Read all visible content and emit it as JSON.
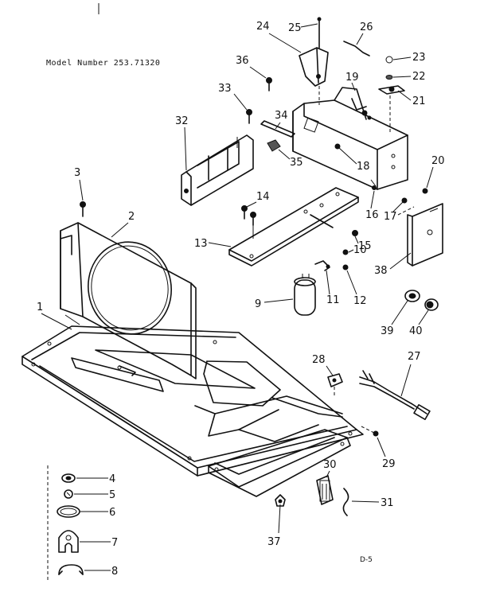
{
  "model_number": "Model Number 253.71320",
  "page_code": "D-5",
  "callouts": [
    "1",
    "2",
    "3",
    "4",
    "5",
    "6",
    "7",
    "8",
    "9",
    "10",
    "11",
    "12",
    "13",
    "14",
    "15",
    "16",
    "17",
    "18",
    "19",
    "20",
    "21",
    "22",
    "23",
    "24",
    "25",
    "26",
    "27",
    "28",
    "29",
    "30",
    "31",
    "32",
    "33",
    "34",
    "35",
    "36",
    "37",
    "38",
    "39",
    "40"
  ]
}
